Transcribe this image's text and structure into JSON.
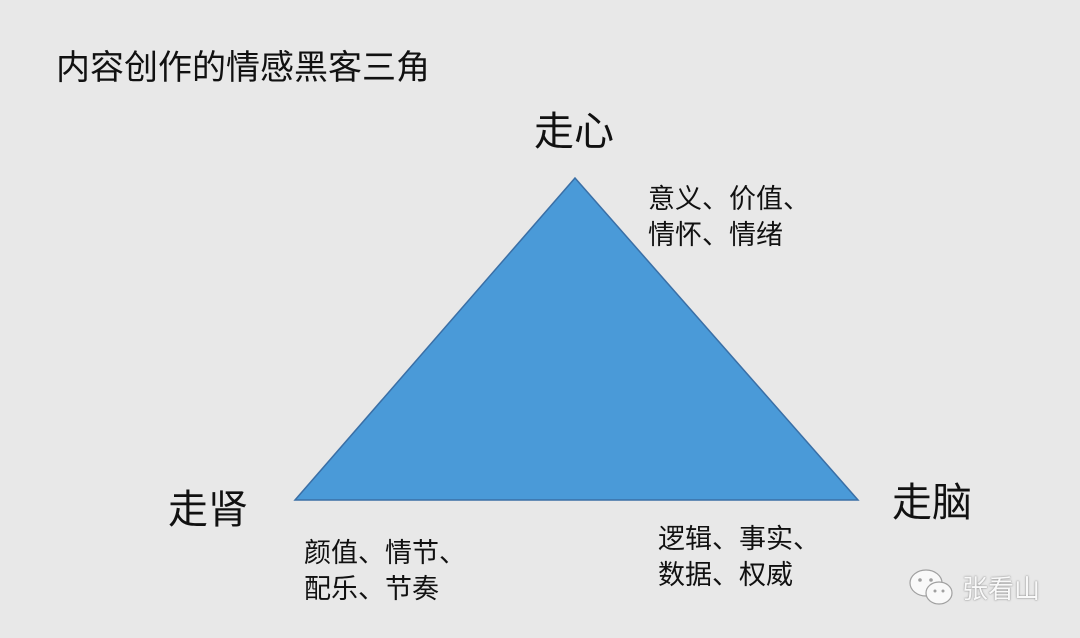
{
  "title": "内容创作的情感黑客三角",
  "triangle": {
    "fill": "#4a9ad8",
    "stroke": "#3a6fa6"
  },
  "vertices": {
    "top": {
      "label": "走心",
      "notes": [
        "意义、价值、",
        "情怀、情绪"
      ]
    },
    "left": {
      "label": "走肾",
      "notes": [
        "颜值、情节、",
        "配乐、节奏"
      ]
    },
    "right": {
      "label": "走脑",
      "notes": [
        "逻辑、事实、",
        "数据、权威"
      ]
    }
  },
  "watermark": {
    "icon": "wechat-icon",
    "text": "张看山"
  }
}
